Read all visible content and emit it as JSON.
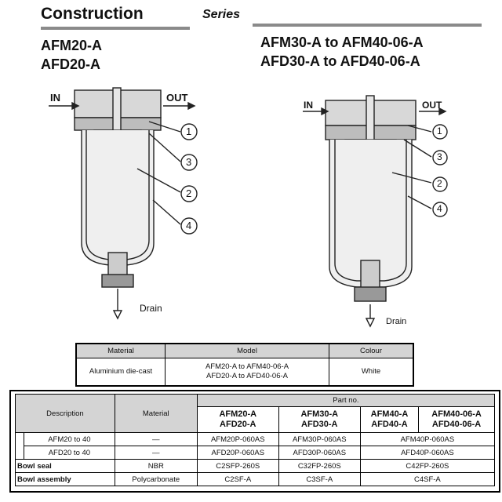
{
  "header": {
    "title": "Construction",
    "series": "Series"
  },
  "left_models": {
    "line1": "AFM20-A",
    "line2": "AFD20-A"
  },
  "right_models": {
    "line1": "AFM30-A to AFM40-06-A",
    "line2": "AFD30-A to AFD40-06-A"
  },
  "diagram_left": {
    "in": "IN",
    "out": "OUT",
    "drain": "Drain",
    "callouts": [
      "1",
      "3",
      "2",
      "4"
    ]
  },
  "diagram_right": {
    "in": "IN",
    "out": "OUT",
    "drain": "Drain",
    "callouts": [
      "1",
      "3",
      "2",
      "4"
    ]
  },
  "material_table": {
    "headers": [
      "Material",
      "Model",
      "Colour"
    ],
    "material": "Aluminium die-cast",
    "model_line1": "AFM20-A to AFM40-06-A",
    "model_line2": "AFD20-A to AFD40-06-A",
    "colour": "White"
  },
  "parts_table": {
    "description": "Description",
    "material": "Material",
    "part_no": "Part no.",
    "cols": [
      {
        "l1": "AFM20-A",
        "l2": "AFD20-A"
      },
      {
        "l1": "AFM30-A",
        "l2": "AFD30-A"
      },
      {
        "l1": "AFM40-A",
        "l2": "AFD40-A"
      },
      {
        "l1": "AFM40-06-A",
        "l2": "AFD40-06-A"
      }
    ],
    "rows": [
      {
        "desc": "AFM20 to 40",
        "mat": "—",
        "c1": "AFM20P-060AS",
        "c2": "AFM30P-060AS",
        "c34": "AFM40P-060AS"
      },
      {
        "desc": "AFD20 to 40",
        "mat": "—",
        "c1": "AFD20P-060AS",
        "c2": "AFD30P-060AS",
        "c34": "AFD40P-060AS"
      },
      {
        "desc": "Bowl seal",
        "mat": "NBR",
        "c1": "C2SFP-260S",
        "c2": "C32FP-260S",
        "c34": "C42FP-260S"
      },
      {
        "desc": "Bowl assembly",
        "mat": "Polycarbonate",
        "c1": "C2SF-A",
        "c2": "C3SF-A",
        "c34": "C4SF-A"
      }
    ]
  }
}
